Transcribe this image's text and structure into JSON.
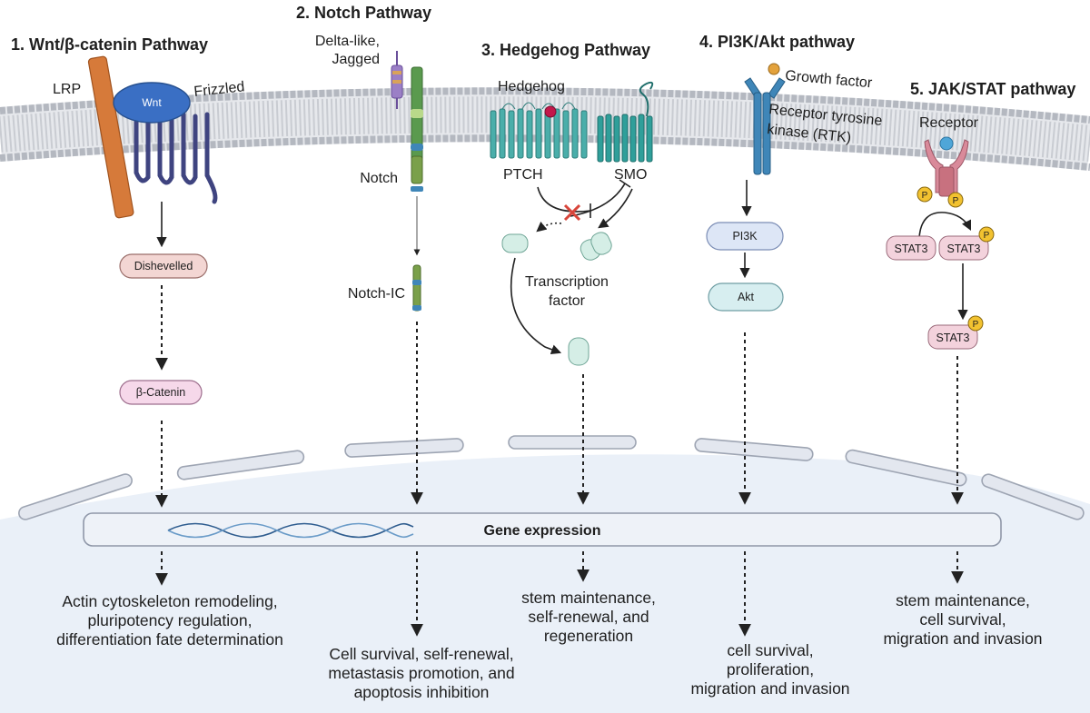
{
  "pathways": [
    {
      "id": "wnt",
      "title": "1. Wnt/β-catenin Pathway",
      "labels": {
        "lrp": "LRP",
        "wnt": "Wnt",
        "frizzled": "Frizzled"
      },
      "nodes": [
        "Dishevelled",
        "β-Catenin"
      ],
      "outcome": [
        "Actin cytoskeleton remodeling,",
        "pluripotency regulation,",
        "differentiation fate determination"
      ]
    },
    {
      "id": "notch",
      "title": "2. Notch Pathway",
      "labels": {
        "ligand_1": "Delta-like,",
        "ligand_2": "Jagged",
        "notch": "Notch",
        "notch_ic": "Notch-IC"
      },
      "outcome": [
        "Cell survival, self-renewal,",
        "metastasis promotion, and",
        "apoptosis inhibition"
      ]
    },
    {
      "id": "hedgehog",
      "title": "3. Hedgehog Pathway",
      "labels": {
        "hedgehog": "Hedgehog",
        "ptch": "PTCH",
        "smo": "SMO",
        "tf_1": "Transcription",
        "tf_2": "factor"
      },
      "outcome": [
        "stem maintenance,",
        "self-renewal, and",
        "regeneration"
      ]
    },
    {
      "id": "pi3k",
      "title": "4. PI3K/Akt pathway",
      "labels": {
        "growth_factor": "Growth factor",
        "rtk_1": "Receptor tyrosine",
        "rtk_2": "kinase (RTK)"
      },
      "nodes": [
        "PI3K",
        "Akt"
      ],
      "outcome": [
        "cell survival,",
        "proliferation,",
        "migration and invasion"
      ]
    },
    {
      "id": "jakstat",
      "title": "5. JAK/STAT pathway",
      "labels": {
        "receptor": "Receptor",
        "p": "P",
        "stat3": "STAT3"
      },
      "outcome": [
        "stem maintenance,",
        "cell survival,",
        "migration and invasion"
      ]
    }
  ],
  "gene_expression": "Gene expression",
  "colors": {
    "membrane": "#b9bcc3",
    "nucleus": "#eaf0f8",
    "lrp": "#d67a3a",
    "wnt": "#3a6fc4",
    "frizzled": "#4a4f8f",
    "notch": "#5a9a4e",
    "hedgehog": "#4aaeaa",
    "rtk": "#3f86b8",
    "jak_receptor": "#d98a9a",
    "phospho": "#f2c230",
    "dishevelled": "#f3d6d3",
    "catenin": "#f6d8ea",
    "pi3k": "#dde6f6",
    "akt": "#d7eef0",
    "stat": "#f3d2dc"
  }
}
